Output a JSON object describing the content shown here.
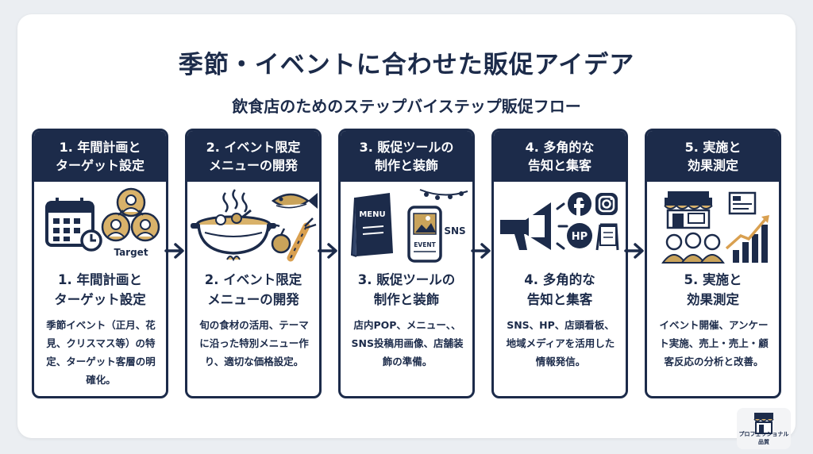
{
  "title": "季節・イベントに合わせた販促アイデア",
  "subtitle": "飲食店のためのステップバイステップ販促フロー",
  "steps": [
    {
      "header": "1. 年間計画と\nターゲット設定",
      "title": "1. 年間計画と\nターゲット設定",
      "desc": "季節イベント（正月、花見、クリスマス等）の特定、ターゲット客層の明確化。",
      "icon_label": "Target",
      "icon": "calendar-target-icon"
    },
    {
      "header": "2. イベント限定\nメニューの開発",
      "title": "2. イベント限定\nメニューの開発",
      "desc": "旬の食材の活用、テーマに沿った特別メニュー作り、適切な価格設定。",
      "icon": "hotpot-ingredients-icon"
    },
    {
      "header": "3. 販促ツールの\n制作と装飾",
      "title": "3. 販促ツールの\n制作と装飾",
      "desc": "店内POP、メニュー、、SNS投稿用画像、店舗装飾の準備。",
      "icon_labels": [
        "MENU",
        "EVENT",
        "SNS"
      ],
      "icon": "menu-phone-icon"
    },
    {
      "header": "4. 多角的な\n告知と集客",
      "title": "4. 多角的な\n告知と集客",
      "desc": "SNS、HP、店頭看板、地域メディアを活用した情報発信。",
      "icon_labels": [
        "HP"
      ],
      "icon": "megaphone-social-icon"
    },
    {
      "header": "5. 実施と\n効果測定",
      "title": "5. 実施と\n効果測定",
      "desc": "イベント開催、アンケート実施、売上・売上・顧客反応の分析と改善。",
      "icon": "store-growth-icon"
    }
  ],
  "badge": {
    "label": "プロフェッショナル品質",
    "icon": "store-icon"
  },
  "colors": {
    "navy": "#1c2b4a",
    "gold": "#c9a35a",
    "background": "#ebeef2"
  }
}
